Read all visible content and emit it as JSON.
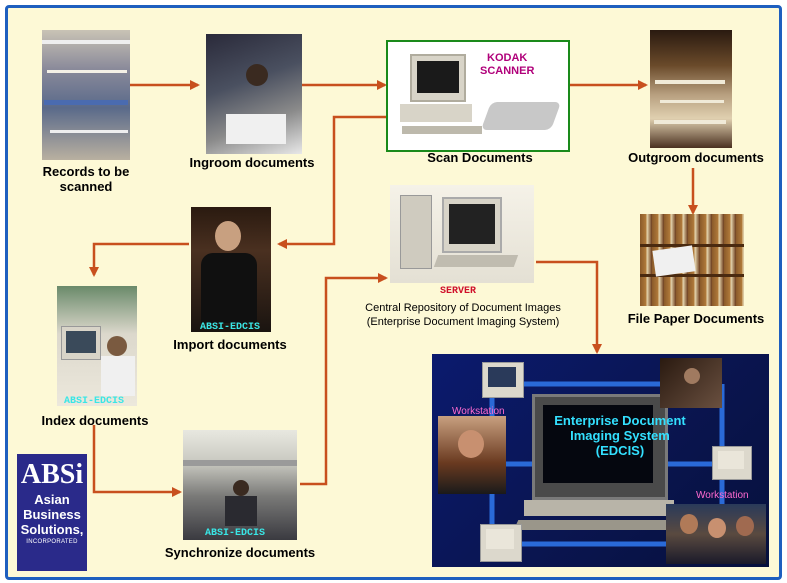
{
  "nodes": {
    "records": {
      "label": "Records to be\nscanned",
      "line1": "Records to be",
      "line2": "scanned"
    },
    "ingroom": {
      "label": "Ingroom documents"
    },
    "scan": {
      "label": "Scan Documents",
      "device": "KODAK\nSCANNER",
      "device1": "KODAK",
      "device2": "SCANNER"
    },
    "outgroom": {
      "label": "Outgroom  documents"
    },
    "file_paper": {
      "label": "File Paper Documents"
    },
    "server": {
      "tag": "SERVER",
      "line1": "Central Repository of Document Images",
      "line2": "(Enterprise Document Imaging System)"
    },
    "import": {
      "label": "Import documents",
      "tag": "ABSI-EDCIS"
    },
    "index": {
      "label": "Index  documents",
      "tag": "ABSI-EDCIS"
    },
    "synchronize": {
      "label": "Synchronize documents",
      "tag": "ABSI-EDCIS"
    },
    "edcis": {
      "line1": "Enterprise Document",
      "line2": "Imaging System",
      "line3": "(EDCIS)",
      "ws_left": "Workstation",
      "ws_right": "Workstation"
    }
  },
  "logo": {
    "mark": "ABSi",
    "line1": "Asian",
    "line2": "Business",
    "line3": "Solutions,",
    "line4": "INCORPORATED"
  },
  "colors": {
    "border": "#1e5fbf",
    "background": "#fdf9d6",
    "arrow": "#c8501e",
    "scan_box": "#1a8a1a",
    "kodak": "#b0007a",
    "edcis_bg": "#0a1550",
    "edcis_text": "#33e0ff"
  }
}
